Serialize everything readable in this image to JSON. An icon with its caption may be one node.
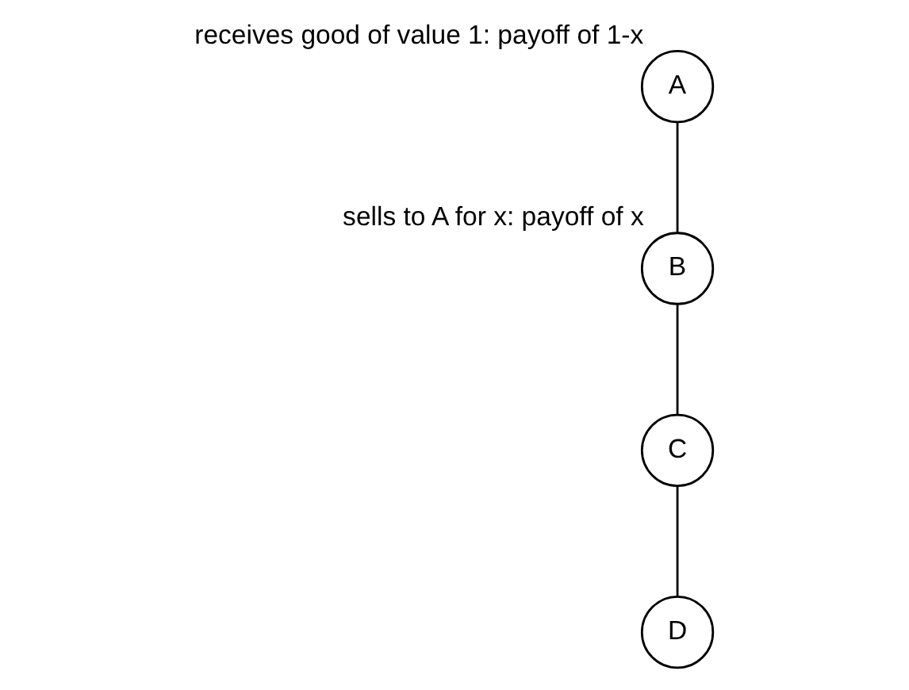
{
  "diagram": {
    "nodes": [
      {
        "text": [
          "A"
        ],
        "beside": [
          "receives good of value 1: payoff of 1-x"
        ]
      },
      {
        "text": [
          "B"
        ],
        "beside": [
          "sells to A for x: payoff of x"
        ]
      },
      {
        "text": [
          "C"
        ]
      },
      {
        "text": [
          "D"
        ]
      }
    ],
    "edges": [
      {
        "from": 0,
        "to": 1,
        "arrow": "none"
      },
      {
        "from": 1,
        "to": 2,
        "arrow": "none"
      },
      {
        "from": 2,
        "to": 3,
        "arrow": "none"
      }
    ]
  }
}
